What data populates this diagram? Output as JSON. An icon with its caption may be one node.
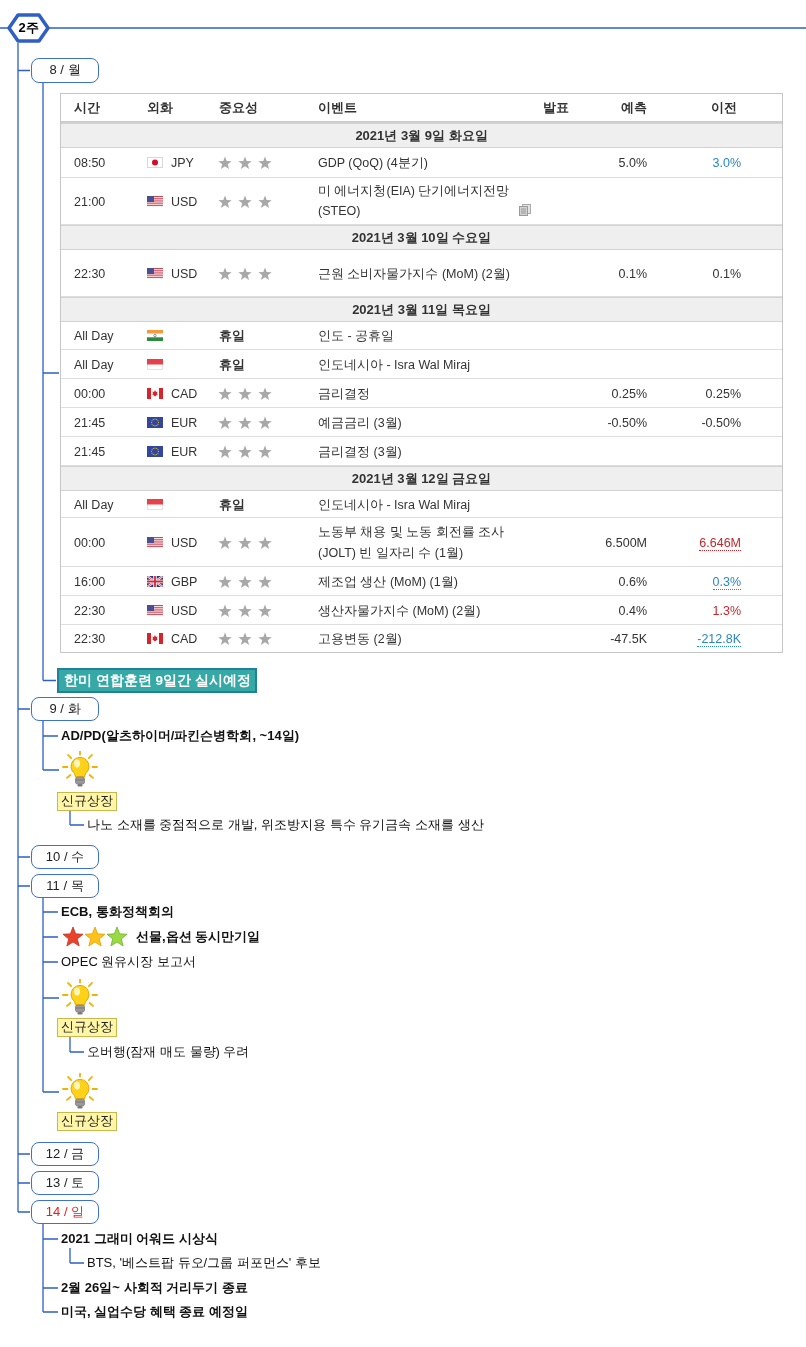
{
  "diagram": {
    "nodes": [
      {
        "text": [
          "2주"
        ]
      },
      {
        "text": [
          "8 / 월"
        ]
      },
      {
        "text": [
          "시간",
          "외화",
          "중요성",
          "이벤트",
          "발표",
          "예측",
          "이전",
          "2021년 3월 9일 화요일",
          "08:50",
          "JPY",
          "GDP (QoQ) (4분기)",
          "5.0%",
          "3.0%",
          "21:00",
          "USD",
          "미 에너지청(EIA) 단기에너지전망(STEO)",
          "2021년 3월 10일 수요일",
          "22:30",
          "USD",
          "근원 소비자물가지수 (MoM) (2월)",
          "0.1%",
          "0.1%",
          "2021년 3월 11일 목요일",
          "All Day",
          "휴일",
          "인도 - 공휴일",
          "All Day",
          "휴일",
          "인도네시아 - Isra Wal Miraj",
          "00:00",
          "CAD",
          "금리결정",
          "0.25%",
          "0.25%",
          "21:45",
          "EUR",
          "예금금리 (3월)",
          "-0.50%",
          "-0.50%",
          "21:45",
          "EUR",
          "금리결정 (3월)",
          "2021년 3월 12일 금요일",
          "All Day",
          "휴일",
          "인도네시아 - Isra Wal Miraj",
          "00:00",
          "USD",
          "노동부 채용 및 노동 회전률 조사 (JOLT) 빈 일자리 수 (1월)",
          "6.500M",
          "6.646M",
          "16:00",
          "GBP",
          "제조업 생산 (MoM) (1월)",
          "0.6%",
          "0.3%",
          "22:30",
          "USD",
          "생산자물가지수 (MoM) (2월)",
          "0.4%",
          "1.3%",
          "22:30",
          "CAD",
          "고용변동 (2월)",
          "-47.5K",
          "-212.8K"
        ]
      },
      {
        "text": [
          "한미 연합훈련 9일간 실시예정"
        ]
      },
      {
        "text": [
          "9 / 화"
        ]
      },
      {
        "text": [
          "AD/PD(알츠하이머/파킨슨병학회, ~14일)"
        ]
      },
      {
        "text": [],
        "shape": "picture"
      },
      {
        "text": [
          "신규상장"
        ]
      },
      {
        "text": [
          "나노 소재를 중점적으로 개발, 위조방지용 특수 유기금속 소재를 생산"
        ]
      },
      {
        "text": [
          "10 / 수"
        ]
      },
      {
        "text": [
          "11 / 목"
        ]
      },
      {
        "text": [
          "ECB, 통화정책회의"
        ]
      },
      {
        "text": [
          "선물,옵션 동시만기일"
        ]
      },
      {
        "text": [
          "OPEC 원유시장 보고서"
        ]
      },
      {
        "text": [],
        "shape": "picture"
      },
      {
        "text": [
          "신규상장"
        ]
      },
      {
        "text": [
          "오버행(잠재 매도 물량) 우려"
        ]
      },
      {
        "text": [],
        "shape": "picture"
      },
      {
        "text": [
          "신규상장"
        ]
      },
      {
        "text": [
          "12 / 금"
        ]
      },
      {
        "text": [
          "13 / 토"
        ]
      },
      {
        "text": [
          "14 / 일"
        ]
      },
      {
        "text": [
          "2021 그래미 어워드 시상식"
        ]
      },
      {
        "text": [
          "BTS, '베스트팝 듀오/그룹 퍼포먼스' 후보"
        ]
      },
      {
        "text": [
          "2월 26일~ 사회적 거리두기 종료"
        ]
      },
      {
        "text": [
          "미국, 실업수당 혜택 종료 예정일"
        ]
      }
    ],
    "edges": [
      {
        "from": 0,
        "to": 1,
        "arrow": "none"
      },
      {
        "from": 1,
        "to": 2,
        "arrow": "none"
      },
      {
        "from": 1,
        "to": 3,
        "arrow": "none"
      },
      {
        "from": 0,
        "to": 4,
        "arrow": "none"
      },
      {
        "from": 4,
        "to": 5,
        "arrow": "none"
      },
      {
        "from": 4,
        "to": 6,
        "arrow": "none"
      },
      {
        "from": 7,
        "to": 8,
        "arrow": "none"
      },
      {
        "from": 0,
        "to": 9,
        "arrow": "none"
      },
      {
        "from": 0,
        "to": 10,
        "arrow": "none"
      },
      {
        "from": 10,
        "to": 11,
        "arrow": "none"
      },
      {
        "from": 10,
        "to": 12,
        "arrow": "none"
      },
      {
        "from": 10,
        "to": 13,
        "arrow": "none"
      },
      {
        "from": 10,
        "to": 14,
        "arrow": "none"
      },
      {
        "from": 15,
        "to": 16,
        "arrow": "none"
      },
      {
        "from": 10,
        "to": 17,
        "arrow": "none"
      },
      {
        "from": 0,
        "to": 19,
        "arrow": "none"
      },
      {
        "from": 0,
        "to": 20,
        "arrow": "none"
      },
      {
        "from": 0,
        "to": 21,
        "arrow": "none"
      },
      {
        "from": 21,
        "to": 22,
        "arrow": "none"
      },
      {
        "from": 22,
        "to": 23,
        "arrow": "none"
      },
      {
        "from": 21,
        "to": 24,
        "arrow": "none"
      },
      {
        "from": 21,
        "to": 25,
        "arrow": "none"
      }
    ]
  }
}
